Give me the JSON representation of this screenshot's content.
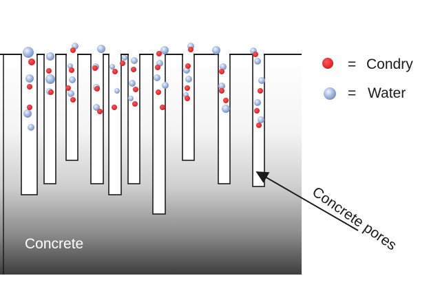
{
  "legend": {
    "items": [
      {
        "symbol": "=",
        "label": "Condry",
        "color": "#e81e25",
        "shape": "red-dot"
      },
      {
        "symbol": "=",
        "label": "Water",
        "color": "#9fb9e3",
        "shape": "blue-sphere"
      }
    ]
  },
  "block_label": "Concrete",
  "pore_callout": "Concrete pores",
  "colors": {
    "block_top": "#ffffff",
    "block_bottom": "#3e3e3e",
    "pore_outline": "#1a1a1a",
    "condry": "#e81e25",
    "water_light": "#e8f0fb",
    "water_dark": "#7b97c8",
    "arrow": "#1a1a1a"
  }
}
